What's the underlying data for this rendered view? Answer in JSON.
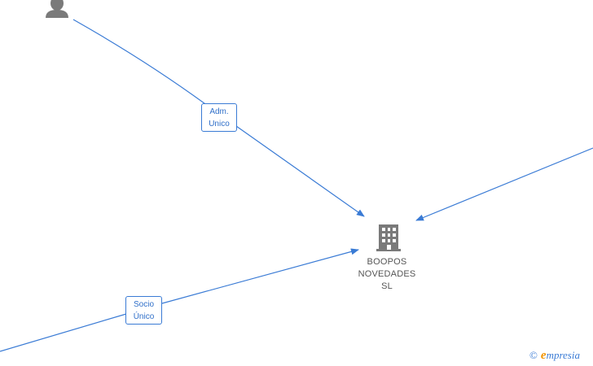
{
  "company": {
    "name_lines": [
      "BOOPOS",
      "NOVEDADES",
      "SL"
    ]
  },
  "edges": {
    "adm": {
      "line1": "Adm.",
      "line2": "Unico"
    },
    "socio": {
      "line1": "Socio",
      "line2": "Único"
    }
  },
  "watermark": {
    "copyright": "©",
    "brand_initial": "e",
    "brand_rest": "mpresia"
  },
  "colors": {
    "edge": "#3a7bd5",
    "icon": "#7a7a7a",
    "brand_orange": "#f29400"
  }
}
